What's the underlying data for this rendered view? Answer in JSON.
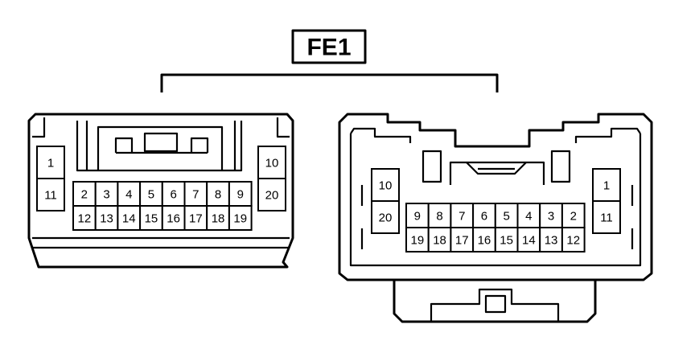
{
  "connector": {
    "label": "FE1",
    "left_view": {
      "side_top": "1",
      "side_bottom": "11",
      "row_top": [
        "2",
        "3",
        "4",
        "5",
        "6",
        "7",
        "8",
        "9"
      ],
      "row_bottom": [
        "12",
        "13",
        "14",
        "15",
        "16",
        "17",
        "18",
        "19"
      ],
      "end_top": "10",
      "end_bottom": "20"
    },
    "right_view": {
      "side_top": "10",
      "side_bottom": "20",
      "row_top": [
        "9",
        "8",
        "7",
        "6",
        "5",
        "4",
        "3",
        "2"
      ],
      "row_bottom": [
        "19",
        "18",
        "17",
        "16",
        "15",
        "14",
        "13",
        "12"
      ],
      "end_top": "1",
      "end_bottom": "11"
    }
  }
}
